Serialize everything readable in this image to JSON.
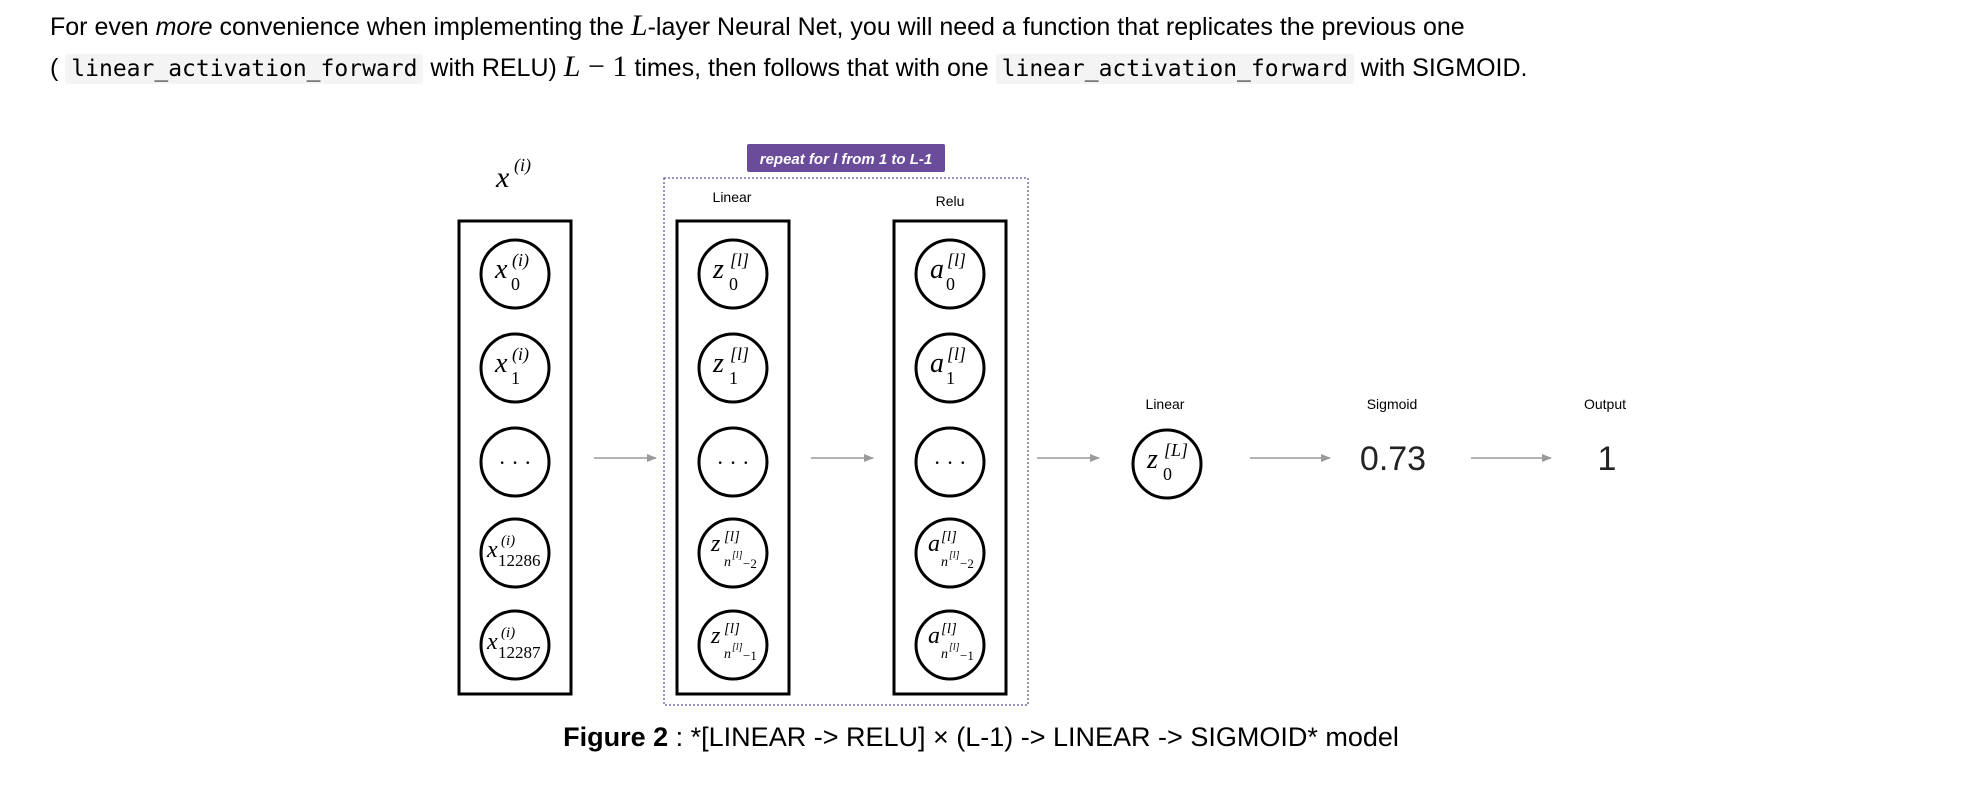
{
  "paragraph": {
    "part1": "For even ",
    "part2": "more",
    "part3": " convenience when implementing the ",
    "part4": "L",
    "part5": "-layer Neural Net, you will need a function that replicates the previous one",
    "part6": "( ",
    "code1": "linear_activation_forward",
    "part7": " with RELU) ",
    "part8": "L",
    "part9": " − ",
    "part10": "1",
    "part11": " times, then follows that with one ",
    "code2": "linear_activation_forward",
    "part12": " with SIGMOID."
  },
  "diagram": {
    "input_header": {
      "base": "x",
      "sup": "(i)"
    },
    "repeat_label": "repeat for l from 1 to L-1",
    "linear_label": "Linear",
    "relu_label": "Relu",
    "final_linear_label": "Linear",
    "sigmoid_label": "Sigmoid",
    "output_label": "Output",
    "input_nodes": [
      {
        "base": "x",
        "sup": "(i)",
        "sub": "0"
      },
      {
        "base": "x",
        "sup": "(i)",
        "sub": "1"
      },
      {
        "ellipsis": "· · ·"
      },
      {
        "base": "x",
        "sup": "(i)",
        "sub": "12286"
      },
      {
        "base": "x",
        "sup": "(i)",
        "sub": "12287"
      }
    ],
    "linear_nodes": [
      {
        "base": "z",
        "sup": "[l]",
        "sub": "0"
      },
      {
        "base": "z",
        "sup": "[l]",
        "sub": "1"
      },
      {
        "ellipsis": "· · ·"
      },
      {
        "base": "z",
        "sup": "[l]",
        "sub": "n",
        "subsup": "[l]",
        "subtail": "−2"
      },
      {
        "base": "z",
        "sup": "[l]",
        "sub": "n",
        "subsup": "[l]",
        "subtail": "−1"
      }
    ],
    "relu_nodes": [
      {
        "base": "a",
        "sup": "[l]",
        "sub": "0"
      },
      {
        "base": "a",
        "sup": "[l]",
        "sub": "1"
      },
      {
        "ellipsis": "· · ·"
      },
      {
        "base": "a",
        "sup": "[l]",
        "sub": "n",
        "subsup": "[l]",
        "subtail": "−2"
      },
      {
        "base": "a",
        "sup": "[l]",
        "sub": "n",
        "subsup": "[l]",
        "subtail": "−1"
      }
    ],
    "final_node": {
      "base": "z",
      "sup": "[L]",
      "sub": "0"
    },
    "sigmoid_value": "0.73",
    "output_value": "1",
    "colors": {
      "repeat_bg": "#6b4c9a",
      "repeat_text": "#ffffff",
      "dotted_border": "#7a6fb0",
      "arrow": "#9a9a9a"
    }
  },
  "caption": {
    "label": "Figure 2",
    "text": " : *[LINEAR -> RELU] × (L-1) -> LINEAR -> SIGMOID* model"
  }
}
